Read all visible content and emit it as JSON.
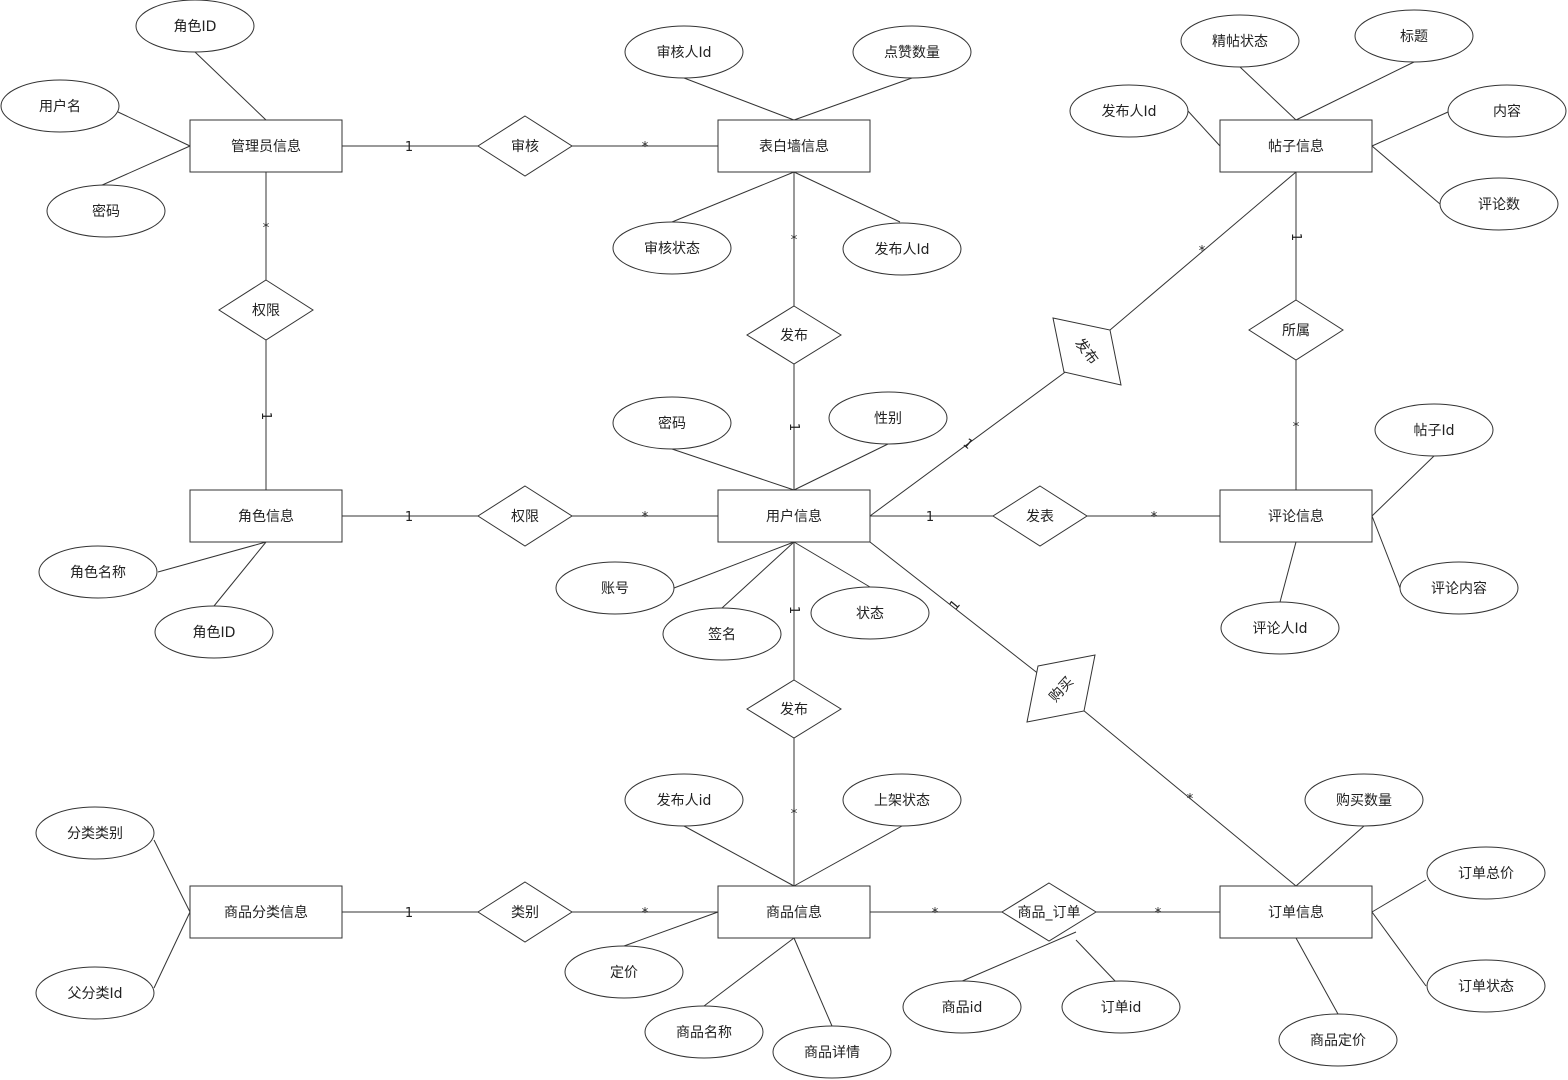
{
  "entities": {
    "admin": "管理员信息",
    "wall": "表白墙信息",
    "post": "帖子信息",
    "role": "角色信息",
    "user": "用户信息",
    "comment": "评论信息",
    "category": "商品分类信息",
    "goods": "商品信息",
    "order": "订单信息"
  },
  "relationships": {
    "admin_wall": "审核",
    "admin_role": "权限",
    "wall_user": "发布",
    "user_post": "发布",
    "post_comment": "所属",
    "role_user": "权限",
    "user_comment": "发表",
    "user_goods": "发布",
    "user_order": "购买",
    "category_goods": "类别",
    "goods_order": "商品_订单"
  },
  "attributes": {
    "admin_role_id": "角色ID",
    "admin_username": "用户名",
    "admin_password": "密码",
    "wall_reviewer_id": "审核人Id",
    "wall_likes": "点赞数量",
    "wall_review_status": "审核状态",
    "wall_publisher_id": "发布人Id",
    "post_featured": "精帖状态",
    "post_title": "标题",
    "post_publisher_id": "发布人Id",
    "post_content": "内容",
    "post_comment_count": "评论数",
    "user_password": "密码",
    "user_gender": "性别",
    "user_account": "账号",
    "user_signature": "签名",
    "user_status": "状态",
    "comment_post_id": "帖子Id",
    "comment_content": "评论内容",
    "comment_commenter_id": "评论人Id",
    "role_name": "角色名称",
    "role_id": "角色ID",
    "goods_publisher_id": "发布人id",
    "goods_shelf_status": "上架状态",
    "goods_price": "定价",
    "goods_name": "商品名称",
    "goods_detail": "商品详情",
    "order_quantity": "购买数量",
    "order_total": "订单总价",
    "order_status": "订单状态",
    "order_goods_price": "商品定价",
    "category_type": "分类类别",
    "category_parent_id": "父分类Id",
    "go_goods_id": "商品id",
    "go_order_id": "订单id"
  },
  "cardinality": {
    "one": "1",
    "many": "*"
  }
}
